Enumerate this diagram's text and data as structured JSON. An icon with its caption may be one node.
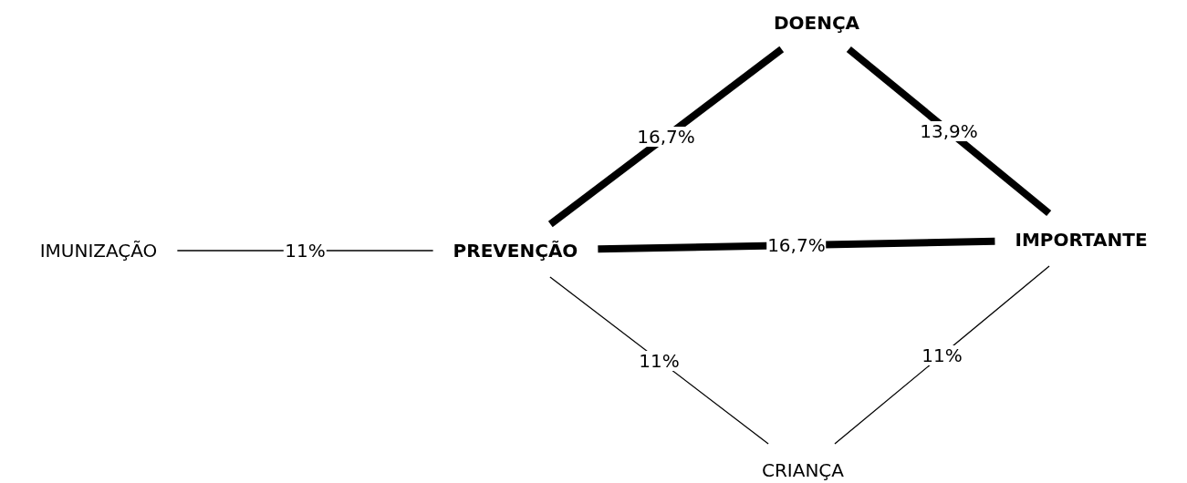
{
  "diagram": {
    "nodes": [
      {
        "text": [
          "DOENÇA"
        ]
      },
      {
        "text": [
          "IMUNIZAÇÃO"
        ]
      },
      {
        "text": [
          "PREVENÇÃO"
        ]
      },
      {
        "text": [
          "IMPORTANTE"
        ]
      },
      {
        "text": [
          "CRIANÇA"
        ]
      }
    ],
    "edges": [
      {
        "from": 2,
        "to": 0,
        "arrow": "none",
        "label": "16,7%",
        "style": "thick"
      },
      {
        "from": 0,
        "to": 3,
        "arrow": "none",
        "label": "13,9%",
        "style": "thick"
      },
      {
        "from": 1,
        "to": 2,
        "arrow": "none",
        "label": "11%"
      },
      {
        "from": 2,
        "to": 3,
        "arrow": "none",
        "label": "16,7%",
        "style": "thick"
      },
      {
        "from": 2,
        "to": 4,
        "arrow": "none",
        "label": "11%"
      },
      {
        "from": 3,
        "to": 4,
        "arrow": "none",
        "label": "11%"
      }
    ]
  }
}
